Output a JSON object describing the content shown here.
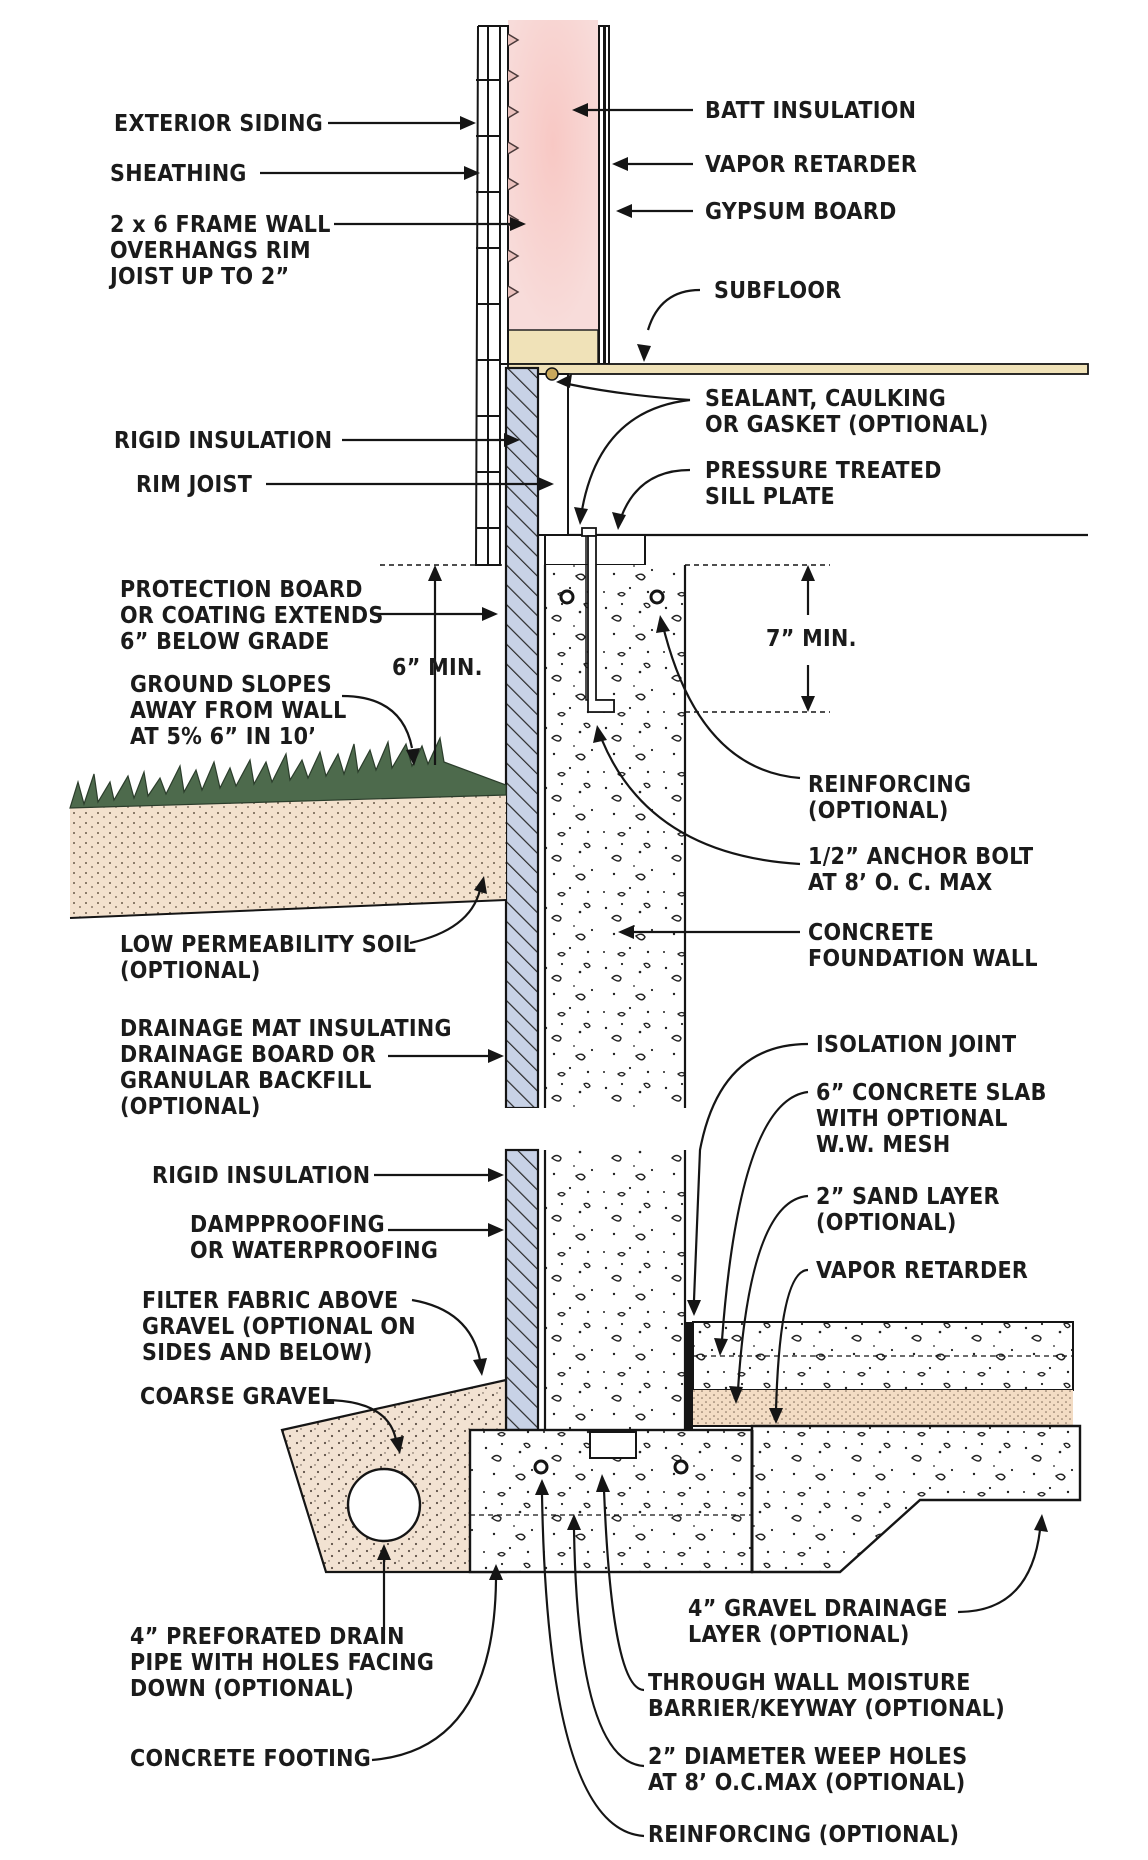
{
  "colors": {
    "insulation_fill": "#f6d5d2",
    "rigid_insulation": "#c8d2e6",
    "soil": "#f3e1cd",
    "lumber": "#f0e2b8",
    "grass": "#4d6a4c",
    "line": "#151515"
  },
  "labels": {
    "exterior_siding": "EXTERIOR SIDING",
    "sheathing": "SHEATHING",
    "frame_wall": [
      "2 x 6 FRAME WALL",
      "OVERHANGS RIM",
      "JOIST UP TO 2”"
    ],
    "batt_insulation": "BATT INSULATION",
    "vapor_retarder_top": "VAPOR RETARDER",
    "gypsum_board": "GYPSUM BOARD",
    "subfloor": "SUBFLOOR",
    "sealant": [
      "SEALANT, CAULKING",
      "OR GASKET (OPTIONAL)"
    ],
    "rigid_insulation_top": "RIGID INSULATION",
    "rim_joist": "RIM JOIST",
    "sill_plate": [
      "PRESSURE TREATED",
      "SILL PLATE"
    ],
    "protection_board": [
      "PROTECTION BOARD",
      "OR COATING EXTENDS",
      "6” BELOW GRADE"
    ],
    "six_min": "6” MIN.",
    "seven_min": "7” MIN.",
    "ground_slopes": [
      "GROUND SLOPES",
      "AWAY FROM WALL",
      "AT 5%   6” IN 10’"
    ],
    "reinforcing_top": [
      "REINFORCING",
      "(OPTIONAL)"
    ],
    "anchor_bolt": [
      "1/2” ANCHOR BOLT",
      "AT 8’ O. C. MAX"
    ],
    "low_perm_soil": [
      "LOW PERMEABILITY SOIL",
      "(OPTIONAL)"
    ],
    "concrete_wall": [
      "CONCRETE",
      "FOUNDATION WALL"
    ],
    "drainage_mat": [
      "DRAINAGE MAT INSULATING",
      "DRAINAGE BOARD OR",
      "GRANULAR BACKFILL",
      "(OPTIONAL)"
    ],
    "isolation_joint": "ISOLATION JOINT",
    "concrete_slab": [
      "6” CONCRETE SLAB",
      "WITH OPTIONAL",
      "W.W. MESH"
    ],
    "rigid_insulation_bottom": "RIGID INSULATION",
    "sand_layer": [
      "2” SAND LAYER",
      "(OPTIONAL)"
    ],
    "dampproofing": [
      "DAMPPROOFING",
      "OR WATERPROOFING"
    ],
    "vapor_retarder_bottom": "VAPOR RETARDER",
    "filter_fabric": [
      "FILTER FABRIC ABOVE",
      "GRAVEL (OPTIONAL ON",
      "SIDES AND BELOW)"
    ],
    "coarse_gravel": "COARSE GRAVEL",
    "gravel_drainage": [
      "4” GRAVEL DRAINAGE",
      "LAYER (OPTIONAL)"
    ],
    "drain_pipe": [
      "4” PREFORATED DRAIN",
      "PIPE WITH HOLES FACING",
      "DOWN (OPTIONAL)"
    ],
    "moisture_barrier": [
      "THROUGH WALL MOISTURE",
      "BARRIER/KEYWAY (OPTIONAL)"
    ],
    "concrete_footing": "CONCRETE FOOTING",
    "weep_holes": [
      "2” DIAMETER WEEP HOLES",
      "AT 8’ O.C.MAX (OPTIONAL)"
    ],
    "reinforcing_bottom": "REINFORCING (OPTIONAL)"
  }
}
